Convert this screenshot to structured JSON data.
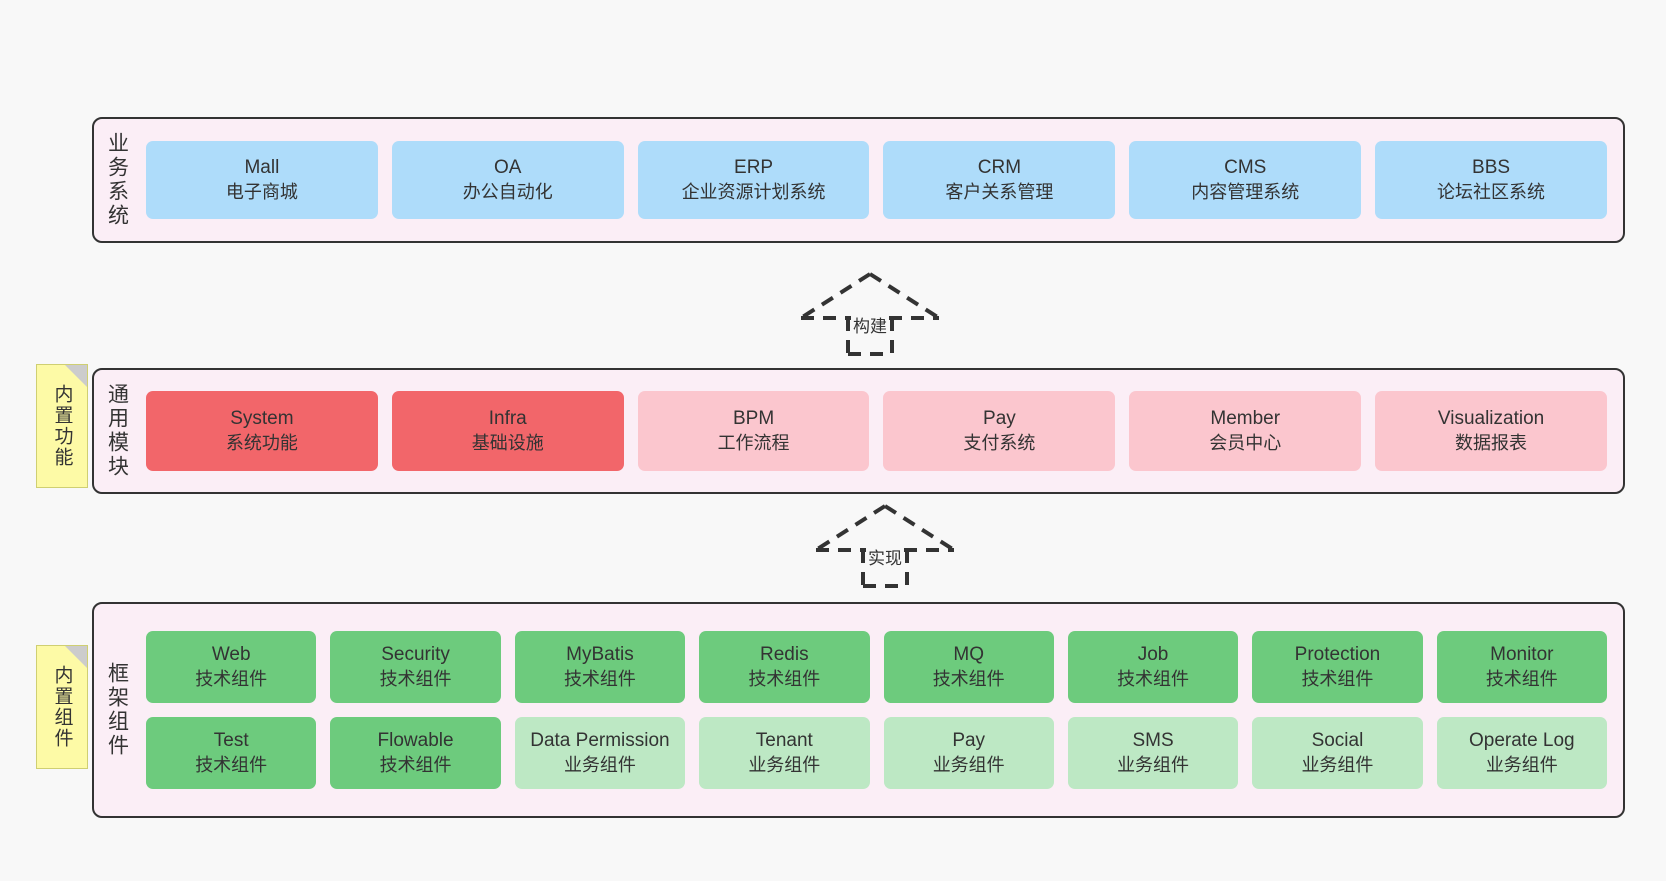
{
  "diagram": {
    "background": "#f8f8f8",
    "layer_fill": "#fbeef6",
    "layer_border": "#333333",
    "note_fill": "#fdfaa6"
  },
  "layers": [
    {
      "id": "business",
      "title": "业务系统",
      "node_color": "#aedcfa",
      "nodes": [
        {
          "en": "Mall",
          "cn": "电子商城"
        },
        {
          "en": "OA",
          "cn": "办公自动化"
        },
        {
          "en": "ERP",
          "cn": "企业资源计划系统"
        },
        {
          "en": "CRM",
          "cn": "客户关系管理"
        },
        {
          "en": "CMS",
          "cn": "内容管理系统"
        },
        {
          "en": "BBS",
          "cn": "论坛社区系统"
        }
      ]
    },
    {
      "id": "common-modules",
      "title": "通用模块",
      "note": "内置功能",
      "node_color_primary": "#f2666a",
      "node_color_secondary": "#fbc6ce",
      "nodes": [
        {
          "en": "System",
          "cn": "系统功能",
          "tone": "red"
        },
        {
          "en": "Infra",
          "cn": "基础设施",
          "tone": "red"
        },
        {
          "en": "BPM",
          "cn": "工作流程",
          "tone": "pink"
        },
        {
          "en": "Pay",
          "cn": "支付系统",
          "tone": "pink"
        },
        {
          "en": "Member",
          "cn": "会员中心",
          "tone": "pink"
        },
        {
          "en": "Visualization",
          "cn": "数据报表",
          "tone": "pink"
        }
      ]
    },
    {
      "id": "framework-components",
      "title": "框架组件",
      "note": "内置组件",
      "node_color_primary": "#6dcb7d",
      "node_color_secondary": "#bde8c4",
      "rows": [
        [
          {
            "en": "Web",
            "cn": "技术组件",
            "tone": "green"
          },
          {
            "en": "Security",
            "cn": "技术组件",
            "tone": "green"
          },
          {
            "en": "MyBatis",
            "cn": "技术组件",
            "tone": "green"
          },
          {
            "en": "Redis",
            "cn": "技术组件",
            "tone": "green"
          },
          {
            "en": "MQ",
            "cn": "技术组件",
            "tone": "green"
          },
          {
            "en": "Job",
            "cn": "技术组件",
            "tone": "green"
          },
          {
            "en": "Protection",
            "cn": "技术组件",
            "tone": "green"
          },
          {
            "en": "Monitor",
            "cn": "技术组件",
            "tone": "green"
          }
        ],
        [
          {
            "en": "Test",
            "cn": "技术组件",
            "tone": "green"
          },
          {
            "en": "Flowable",
            "cn": "技术组件",
            "tone": "green"
          },
          {
            "en": "Data Permission",
            "cn": "业务组件",
            "tone": "lightgreen",
            "wrap": true
          },
          {
            "en": "Tenant",
            "cn": "业务组件",
            "tone": "lightgreen"
          },
          {
            "en": "Pay",
            "cn": "业务组件",
            "tone": "lightgreen"
          },
          {
            "en": "SMS",
            "cn": "业务组件",
            "tone": "lightgreen"
          },
          {
            "en": "Social",
            "cn": "业务组件",
            "tone": "lightgreen"
          },
          {
            "en": "Operate Log",
            "cn": "业务组件",
            "tone": "lightgreen"
          }
        ]
      ]
    }
  ],
  "connectors": [
    {
      "id": "build",
      "label": "构建"
    },
    {
      "id": "implement",
      "label": "实现"
    }
  ]
}
